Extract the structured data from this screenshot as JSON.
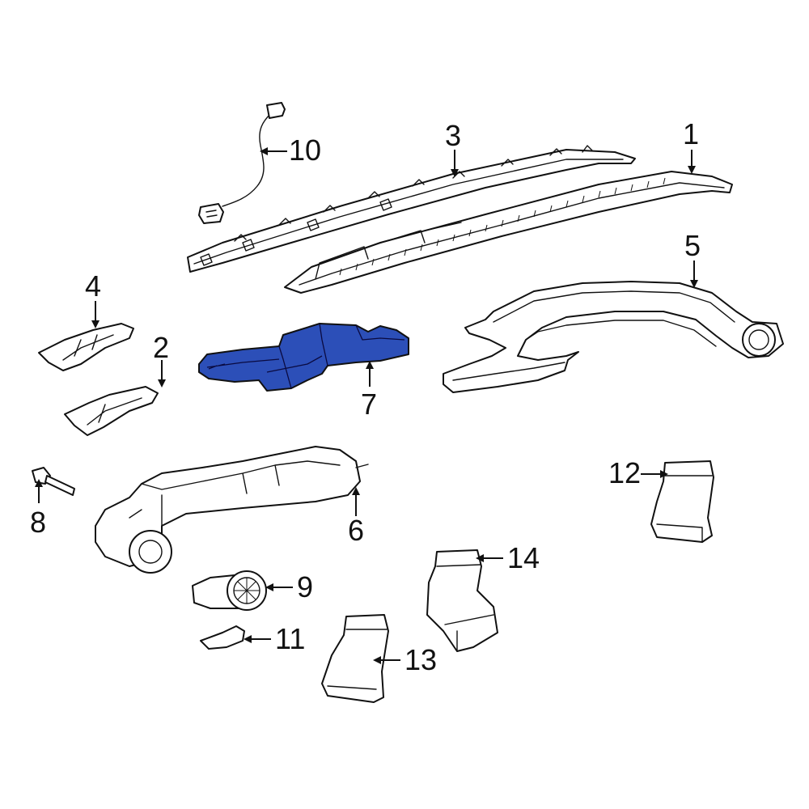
{
  "highlight_color": "#2c4fb8",
  "callouts": [
    {
      "id": "1",
      "text": "1"
    },
    {
      "id": "2",
      "text": "2"
    },
    {
      "id": "3",
      "text": "3"
    },
    {
      "id": "4",
      "text": "4"
    },
    {
      "id": "5",
      "text": "5"
    },
    {
      "id": "6",
      "text": "6"
    },
    {
      "id": "7",
      "text": "7"
    },
    {
      "id": "8",
      "text": "8"
    },
    {
      "id": "9",
      "text": "9"
    },
    {
      "id": "10",
      "text": "10"
    },
    {
      "id": "11",
      "text": "11"
    },
    {
      "id": "12",
      "text": "12"
    },
    {
      "id": "13",
      "text": "13"
    },
    {
      "id": "14",
      "text": "14"
    }
  ]
}
